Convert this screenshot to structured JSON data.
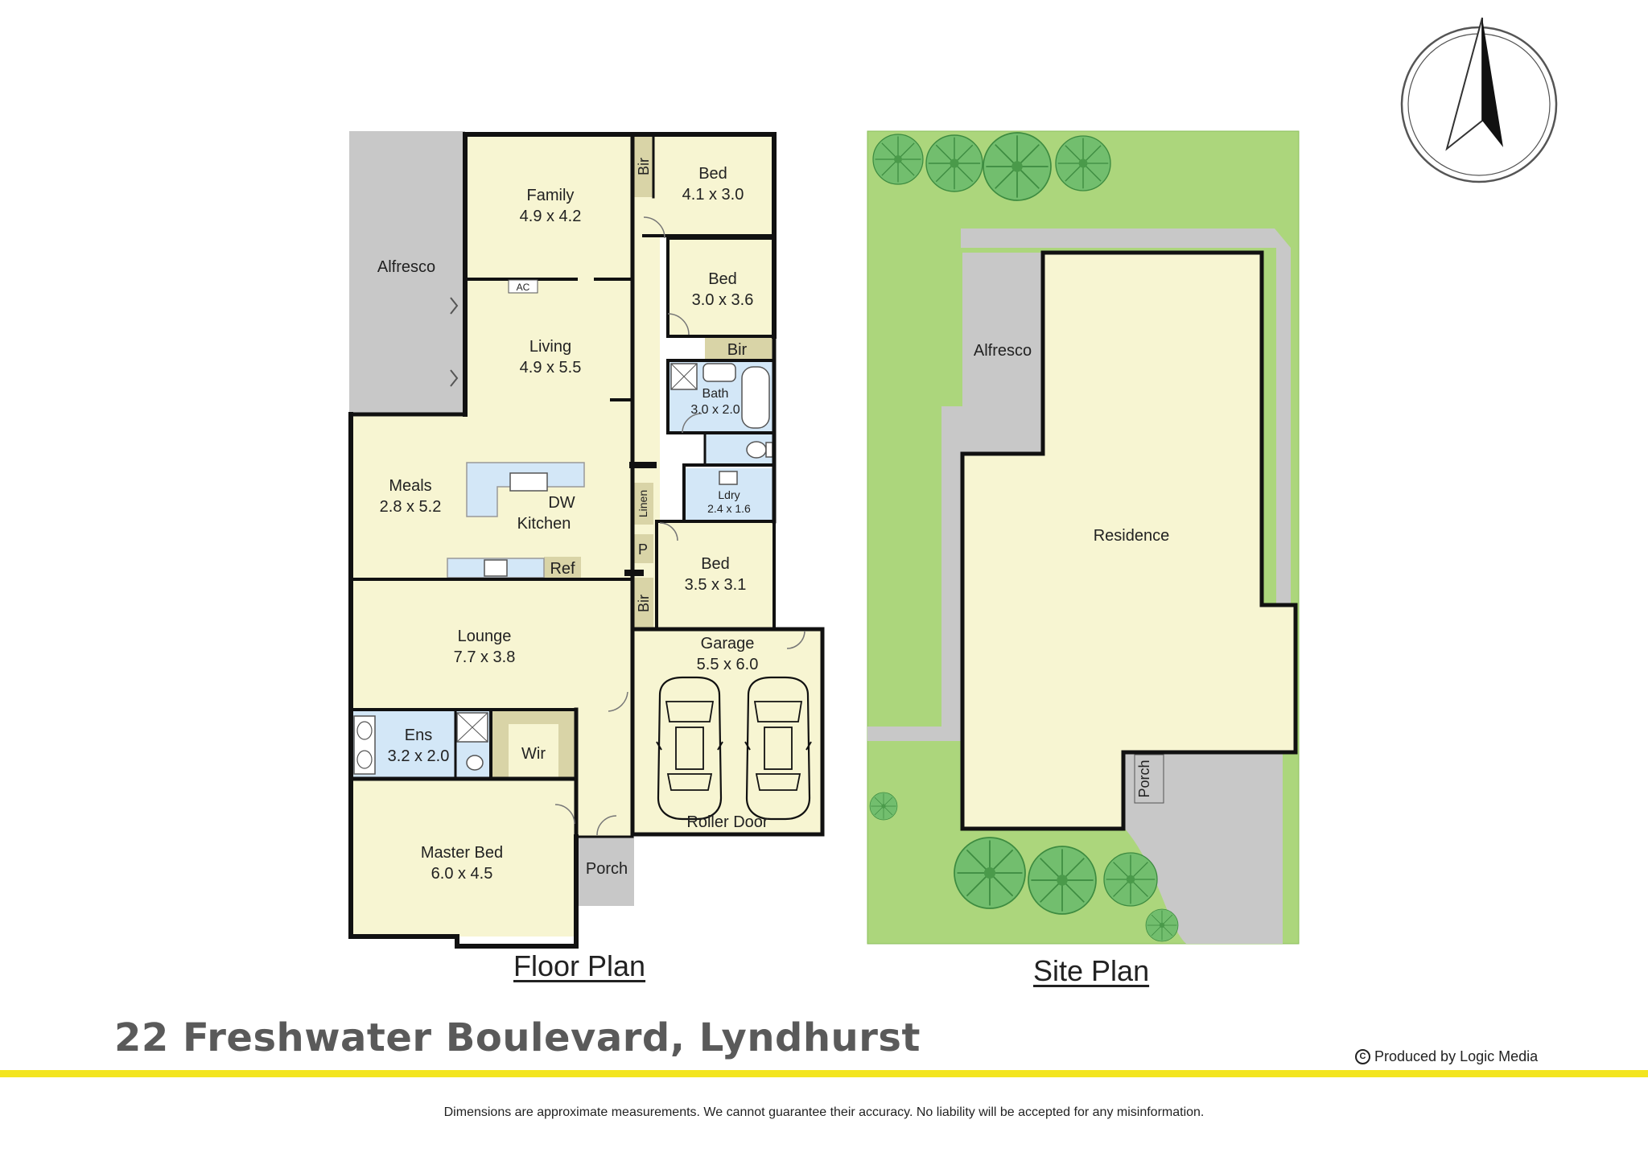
{
  "floor_plan": {
    "caption": "Floor Plan",
    "rooms": [
      {
        "id": "alfresco",
        "name": "Alfresco",
        "dims": ""
      },
      {
        "id": "family",
        "name": "Family",
        "dims": "4.9 x 4.2"
      },
      {
        "id": "living",
        "name": "Living",
        "dims": "4.9 x 5.5"
      },
      {
        "id": "meals",
        "name": "Meals",
        "dims": "2.8 x 5.2"
      },
      {
        "id": "kitchen",
        "name": "Kitchen",
        "dims": ""
      },
      {
        "id": "lounge",
        "name": "Lounge",
        "dims": "7.7 x 3.8"
      },
      {
        "id": "ens",
        "name": "Ens",
        "dims": "3.2 x 2.0"
      },
      {
        "id": "wir",
        "name": "Wir",
        "dims": ""
      },
      {
        "id": "master-bed",
        "name": "Master Bed",
        "dims": "6.0 x 4.5"
      },
      {
        "id": "porch",
        "name": "Porch",
        "dims": ""
      },
      {
        "id": "bed1",
        "name": "Bed",
        "dims": "4.1 x 3.0"
      },
      {
        "id": "bed2",
        "name": "Bed",
        "dims": "3.0 x 3.6"
      },
      {
        "id": "bath",
        "name": "Bath",
        "dims": "3.0 x 2.0"
      },
      {
        "id": "ldry",
        "name": "Ldry",
        "dims": "2.4 x 1.6"
      },
      {
        "id": "bed3",
        "name": "Bed",
        "dims": "3.5 x 3.1"
      },
      {
        "id": "garage",
        "name": "Garage",
        "dims": "5.5 x 6.0"
      }
    ],
    "fixtures": {
      "ac": "AC",
      "dw": "DW",
      "ref": "Ref",
      "bir": "Bir",
      "linen": "Linen",
      "pantry": "P",
      "roller_door": "Roller Door"
    }
  },
  "site_plan": {
    "caption": "Site Plan",
    "labels": {
      "residence": "Residence",
      "alfresco": "Alfresco",
      "porch": "Porch"
    }
  },
  "address": "22 Freshwater Boulevard, Lyndhurst",
  "credit": "Produced by Logic Media",
  "disclaimer": "Dimensions are approximate measurements. We cannot guarantee their accuracy. No liability will be accepted for any misinformation.",
  "colors": {
    "room_fill": "#f7f5d2",
    "wet_area_fill": "#d3e7f7",
    "storage_fill": "#d9d4a7",
    "outdoor_grey": "#c8c8c8",
    "lawn": "#acd67c",
    "tree": "#72be6e",
    "wall": "#111111",
    "accent_rule": "#f3e51f"
  },
  "compass": {
    "icon": "north-arrow-icon"
  }
}
